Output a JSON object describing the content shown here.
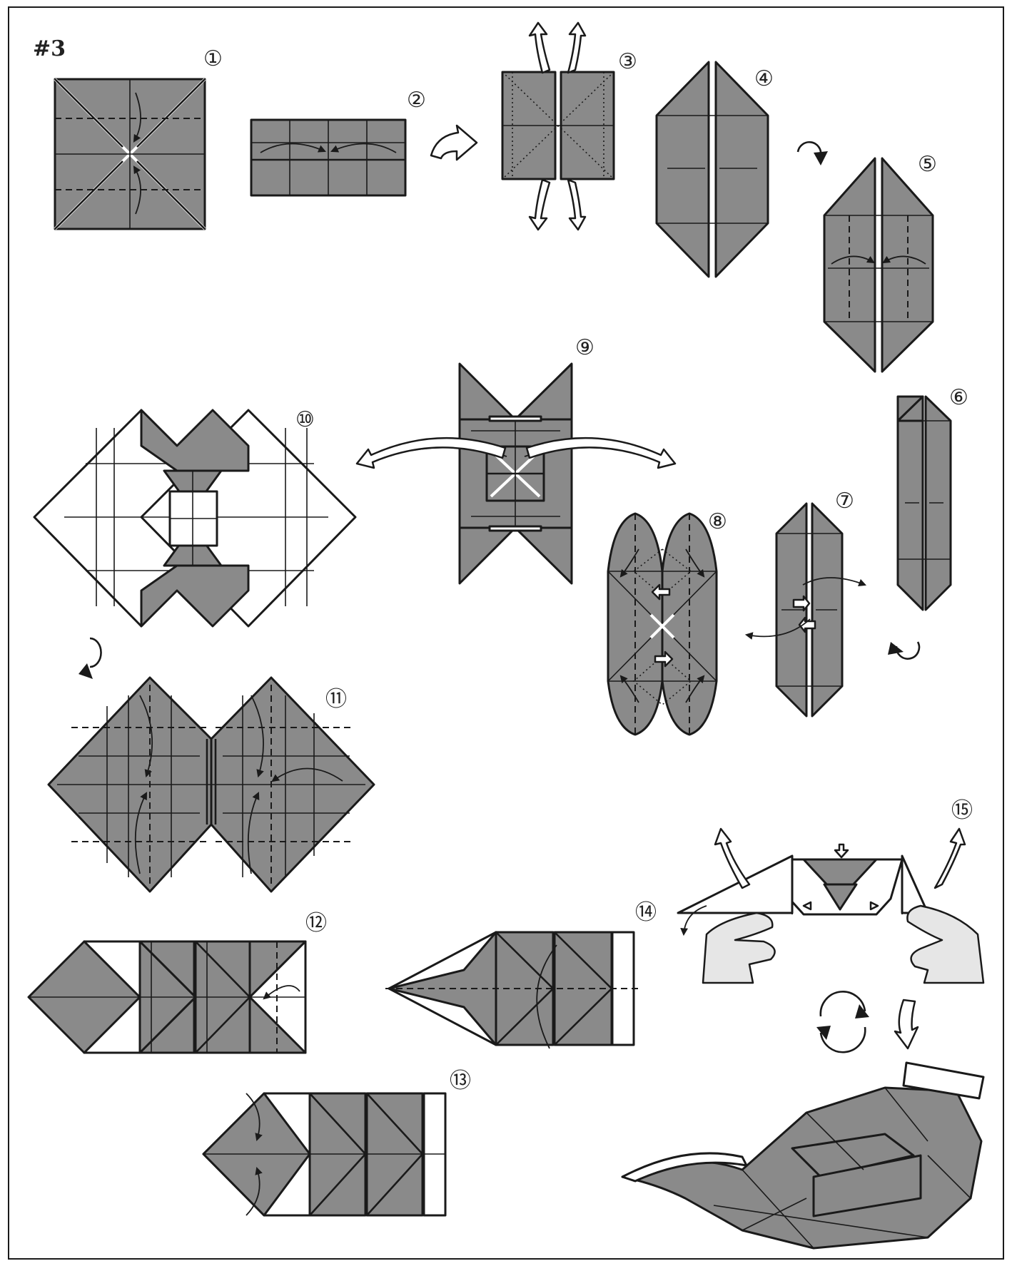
{
  "title": "#3",
  "step_labels": [
    "①",
    "②",
    "③",
    "④",
    "⑤",
    "⑥",
    "⑦",
    "⑧",
    "⑨",
    "⑩",
    "⑪",
    "⑫",
    "⑬",
    "⑭",
    "⑮"
  ]
}
